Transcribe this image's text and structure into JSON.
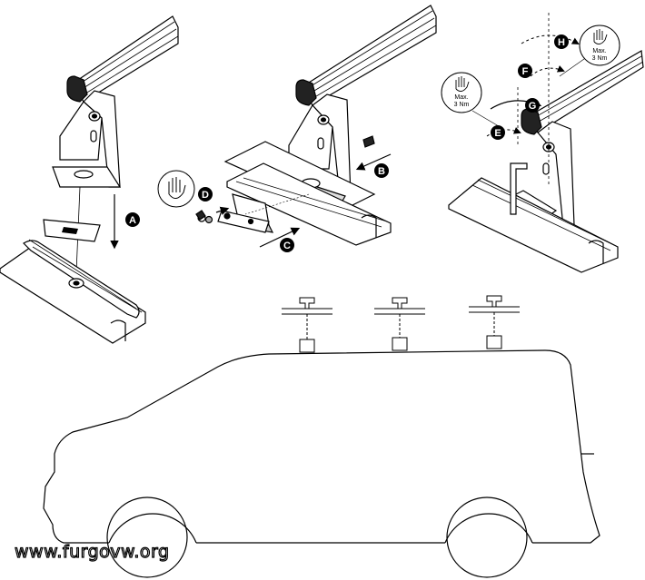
{
  "steps": {
    "a": "A",
    "b": "B",
    "c": "C",
    "d": "D",
    "e": "E",
    "f": "F",
    "g": "G",
    "h": "H"
  },
  "torque_notes": {
    "left": {
      "line1": "Max.",
      "line2": "3 Nm"
    },
    "right": {
      "line1": "Max.",
      "line2": "3 Nm"
    }
  },
  "watermark": "www.furgovw.org",
  "icons": [
    "hand-icon",
    "hand-icon",
    "hand-icon"
  ],
  "colors": {
    "ink": "#000000",
    "paper": "#ffffff",
    "shade": "#bdbdbd"
  }
}
